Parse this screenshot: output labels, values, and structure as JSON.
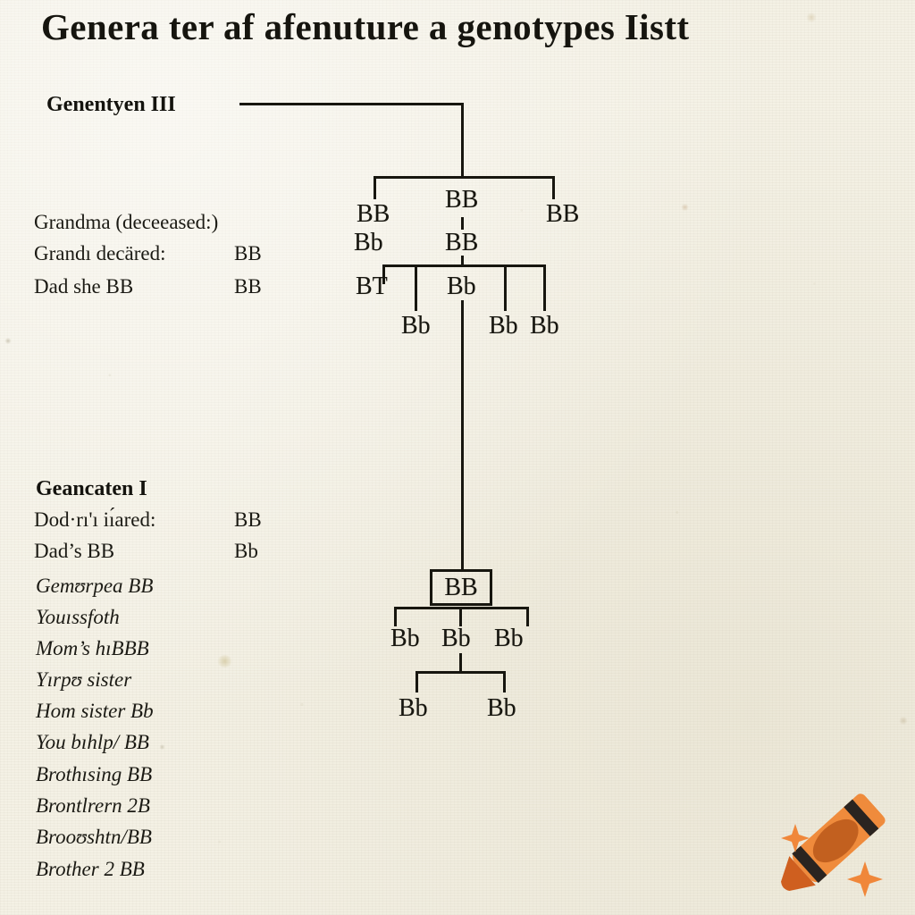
{
  "document": {
    "title": "Genera ter af afenuture a genotypes Iistt",
    "paper_color": "#f4f1e5",
    "ink_color": "#17160f"
  },
  "generation_upper": {
    "heading": "Genentyen III",
    "rows": [
      {
        "label": "Grandma (deceeased:)",
        "value": ""
      },
      {
        "label": "Grandı decäred:",
        "value": "BB"
      },
      {
        "label": "Dad she BB",
        "value": "BB"
      }
    ]
  },
  "generation_lower": {
    "heading": "Geancaten I",
    "rows": [
      {
        "label": "Dod·rı'ı iı́ared:",
        "value": "BB",
        "italic": false
      },
      {
        "label": "Dad’s BB",
        "value": "Bb",
        "italic": false
      },
      {
        "label": "Gemʊrpea BB",
        "value": "",
        "italic": true
      },
      {
        "label": "Youıssfoth",
        "value": "",
        "italic": true
      },
      {
        "label": "Mom’s hıBBB",
        "value": "",
        "italic": true
      },
      {
        "label": "Yırpʊ sister",
        "value": "",
        "italic": true
      },
      {
        "label": "Hom sister Bb",
        "value": "",
        "italic": true
      },
      {
        "label": "You  bıhlp/ BB",
        "value": "",
        "italic": true
      },
      {
        "label": "Brothısing  BB",
        "value": "",
        "italic": true
      },
      {
        "label": "Brontlrern  2B",
        "value": "",
        "italic": true
      },
      {
        "label": "Brooʊshtn/BB",
        "value": "",
        "italic": true
      },
      {
        "label": "Brother 2   BB",
        "value": "",
        "italic": true
      }
    ]
  },
  "pedigree_upper": {
    "row1": [
      "BB",
      "BB",
      "BB"
    ],
    "row2": [
      "Bb",
      "BB"
    ],
    "row3": [
      "BT",
      "Bb"
    ],
    "row4": [
      "Bb",
      "Bb",
      "Bb"
    ]
  },
  "pedigree_lower": {
    "proband": "BB",
    "children": [
      "Bb",
      "Bb",
      "Bb"
    ],
    "grandchildren": [
      "Bb",
      "Bb"
    ]
  },
  "crayon": {
    "name": "crayon-icon",
    "body_color": "#ef8b3c",
    "tip_color": "#cf5f1f",
    "band_color": "#2a2420",
    "core_color": "#c2601f",
    "sparkle_color": "#f0873a"
  }
}
